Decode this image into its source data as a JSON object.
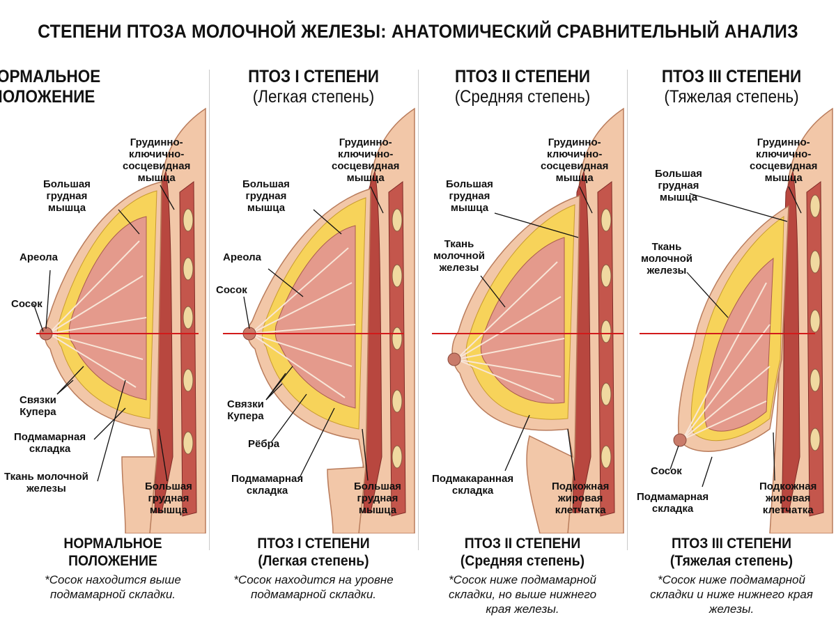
{
  "title": "СТЕПЕНИ ПТОЗА МОЛОЧНОЙ ЖЕЛЕЗЫ: АНАТОМИЧЕСКИЙ СРАВНИТЕЛЬНЫЙ АНАЛИЗ",
  "colors": {
    "skin": "#f2c7a8",
    "skin_edge": "#b97c5c",
    "fat": "#f7d35a",
    "gland": "#e49a8c",
    "muscle": "#b8473f",
    "reference_line": "#d21a1a"
  },
  "panels": [
    {
      "head_line1": "НОРМАЛЬНОЕ",
      "head_line2": "ПОЛОЖЕНИЕ",
      "labels": {
        "scm": "Грудинно-\nключично-\nсосцевидная\nмышца",
        "pec": "Большая\nгрудная\nмышца",
        "areola": "Ареола",
        "nipple": "Сосок",
        "cooper": "Связки\nКупера",
        "fold": "Подмамарная\nскладка",
        "tissue": "Ткань молочной\nжелезы",
        "pec2": "Большая\nгрудная\nмышца"
      },
      "foot_line1": "НОРМАЛЬНОЕ",
      "foot_line2": "ПОЛОЖЕНИЕ",
      "note": "*Сосок находится выше\nподмамарной складки."
    },
    {
      "head_line1": "ПТОЗ I СТЕПЕНИ",
      "head_line2": "(Легкая степень)",
      "labels": {
        "scm": "Грудинно-\nключично-\nсосцевидная\nмышца",
        "pec": "Большая\nгрудная\nмышца",
        "areola": "Ареола",
        "nipple": "Сосок",
        "cooper": "Связки\nКупера",
        "ribs": "Рёбра",
        "fold": "Подмамарная\nскладка",
        "pec2": "Большая\nгрудная\nмышца"
      },
      "foot_line1": "ПТОЗ I СТЕПЕНИ",
      "foot_line2": "(Легкая степень)",
      "note": "*Сосок находится на уровне\nподмамарной складки."
    },
    {
      "head_line1": "ПТОЗ II СТЕПЕНИ",
      "head_line2": "(Средняя степень)",
      "labels": {
        "scm": "Грудинно-\nключично-\nсосцевидная\nмышца",
        "pec": "Большая\nгрудная\nмышца",
        "tissue": "Ткань\nмолочной\nжелезы",
        "fold": "Подмакаранная\nскладка",
        "fat": "Подкожная\nжировая\nклетчатка"
      },
      "foot_line1": "ПТОЗ II СТЕПЕНИ",
      "foot_line2": "(Средняя степень)",
      "note": "*Сосок ниже подмамарной\nскладки, но выше нижнего\nкрая железы."
    },
    {
      "head_line1": "ПТОЗ III СТЕПЕНИ",
      "head_line2": "(Тяжелая степень)",
      "labels": {
        "scm": "Грудинно-\nключично-\nсосцевидная\nмышца",
        "pec": "Большая\nгрудная\nмышца",
        "tissue": "Ткань\nмолочной\nжелезы",
        "nipple": "Сосок",
        "fold": "Подмамарная\nскладка",
        "fat": "Подкожная\nжировая\nклетчатка"
      },
      "foot_line1": "ПТОЗ III СТЕПЕНИ",
      "foot_line2": "(Тяжелая степень)",
      "note": "*Сосок ниже подмамарной\nскладки и ниже нижнего края\nжелезы."
    }
  ]
}
